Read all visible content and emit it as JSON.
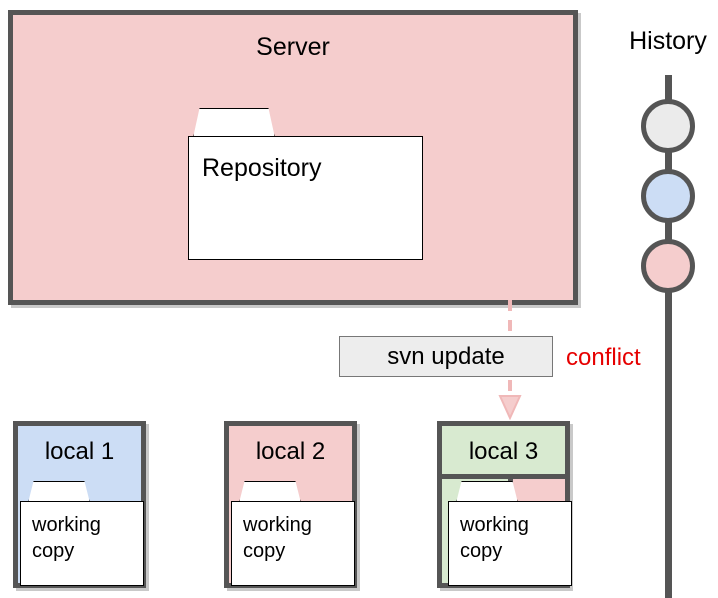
{
  "diagram": {
    "title_server": "Server",
    "title_history": "History",
    "repository_label": "Repository",
    "command_label": "svn update",
    "conflict_label": "conflict",
    "working_copy_label": "working\ncopy",
    "locals": [
      {
        "title": "local 1",
        "fill": "#ccddf5"
      },
      {
        "title": "local 2",
        "fill": "#f5cdcd"
      },
      {
        "title": "local 3",
        "fill": "#d8ead0"
      }
    ],
    "history_nodes": [
      {
        "name": "revision-node-1",
        "fill": "#ebebeb"
      },
      {
        "name": "revision-node-2",
        "fill": "#ccddf5"
      },
      {
        "name": "revision-node-3",
        "fill": "#f5cdcd"
      }
    ],
    "colors": {
      "pink": "#f5cdcd",
      "blue": "#ccddf5",
      "green": "#d8ead0",
      "gray": "#ebebeb",
      "border": "#555555",
      "conflict_text": "#e60000",
      "arrow": "#f0b8b8",
      "command_box_fill": "#ededed"
    }
  }
}
